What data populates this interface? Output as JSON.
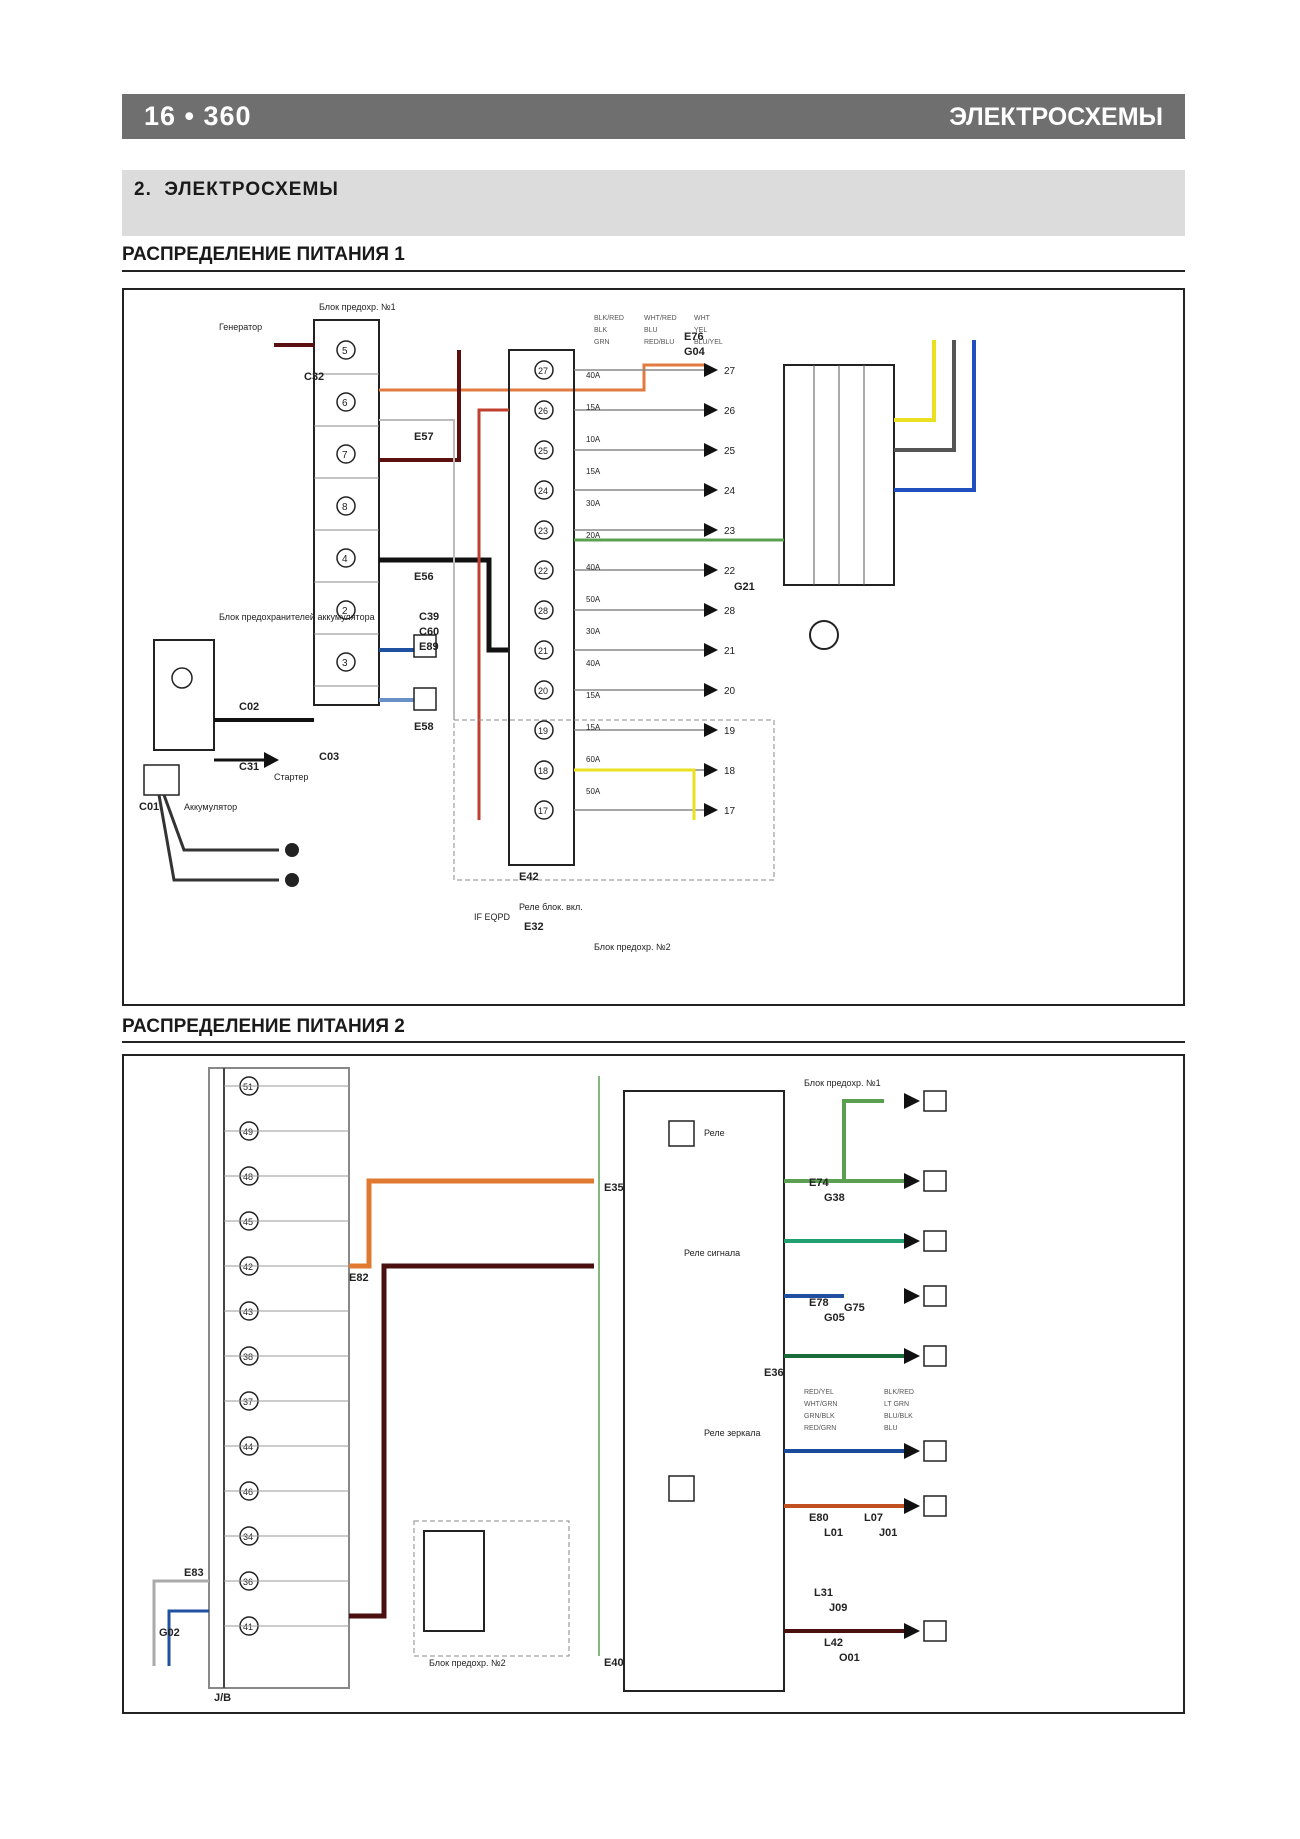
{
  "header": {
    "page_number": "16",
    "model": "360",
    "chapter": "ЭЛЕКТРОСХЕМЫ"
  },
  "section": {
    "number": "2.",
    "title": "ЭЛЕКТРОСХЕМЫ"
  },
  "diagram1": {
    "title": "РАСПРЕДЕЛЕНИЕ ПИТАНИЯ 1",
    "connectors": [
      "C32",
      "E57",
      "E56",
      "C39",
      "C60",
      "E89",
      "E58",
      "C03",
      "C02",
      "C31",
      "C01",
      "E76",
      "G04",
      "E42",
      "E32",
      "G21"
    ],
    "fuses_left": [
      "5",
      "6",
      "7",
      "8",
      "4",
      "2",
      "3"
    ],
    "fuses_mid": [
      "27",
      "26",
      "25",
      "24",
      "23",
      "22",
      "28",
      "21",
      "20",
      "19",
      "18",
      "17"
    ],
    "ratings": [
      "40A",
      "15A",
      "10A",
      "15A",
      "30A",
      "20A",
      "40A",
      "50A",
      "30A",
      "40A",
      "15A",
      "15A",
      "60A",
      "50A"
    ],
    "wires": [
      "BLK/RED",
      "WHT/RED",
      "WHT",
      "BLK",
      "BLU",
      "YEL",
      "GRN",
      "RED/BLU",
      "BLU/YEL"
    ],
    "labels": [
      "Генератор",
      "Блок предохранителей аккумулятора",
      "Аккумулятор",
      "Стартер",
      "Блок предохр. №1",
      "Реле блок. вкл.",
      "Блок предохр. №2",
      "IF EQPD"
    ]
  },
  "diagram2": {
    "title": "РАСПРЕДЕЛЕНИЕ ПИТАНИЯ 2",
    "fuses": [
      "51",
      "49",
      "48",
      "45",
      "42",
      "43",
      "38",
      "37",
      "44",
      "46",
      "34",
      "36",
      "41"
    ],
    "connectors": [
      "E82",
      "E35",
      "E36",
      "E40",
      "E83",
      "G02",
      "E74",
      "G38",
      "E78",
      "G05",
      "G75",
      "E80",
      "L01",
      "L07",
      "J01",
      "L31",
      "J09",
      "L42",
      "O01",
      "J/B"
    ],
    "wires": [
      "RED/YEL",
      "BLK/RED",
      "WHT/GRN",
      "LT GRN",
      "GRN/BLK",
      "BLU/BLK",
      "RED/GRN",
      "BLU"
    ],
    "labels": [
      "Реле",
      "Реле сигнала",
      "Реле зеркала",
      "Блок предохр. №1",
      "Блок предохр. №2"
    ]
  }
}
